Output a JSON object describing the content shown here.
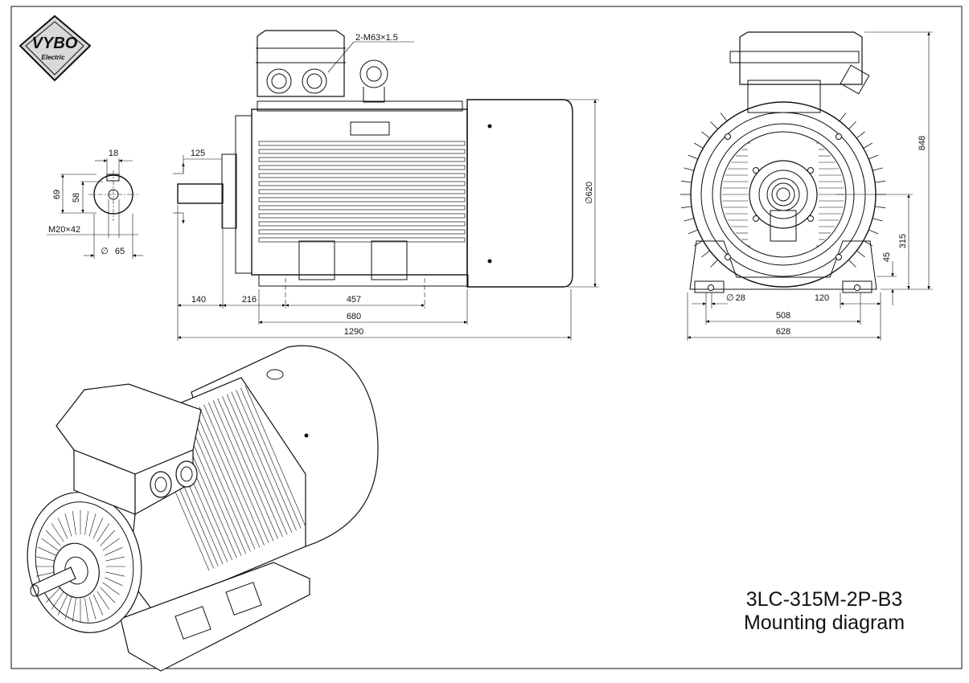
{
  "logo": {
    "text": "VYBO",
    "sub": "Electric",
    "bg_color": "#d9d9d9"
  },
  "title": {
    "model": "3LC-315M-2P-B3",
    "subtitle": "Mounting diagram"
  },
  "cable_gland": "2-M63×1.5",
  "shaft_section": {
    "key_width": "18",
    "d69": "69",
    "d58": "58",
    "thread": "M20×42",
    "dia65": "65"
  },
  "side_view": {
    "d125": "125",
    "d620": "620",
    "d140": "140",
    "d216": "216",
    "d457": "457",
    "d680": "680",
    "d1290": "1290"
  },
  "front_view": {
    "d848": "848",
    "d315": "315",
    "d45": "45",
    "dia28": "28",
    "d120": "120",
    "d508": "508",
    "d628": "628"
  },
  "diameter_symbol": "∅"
}
